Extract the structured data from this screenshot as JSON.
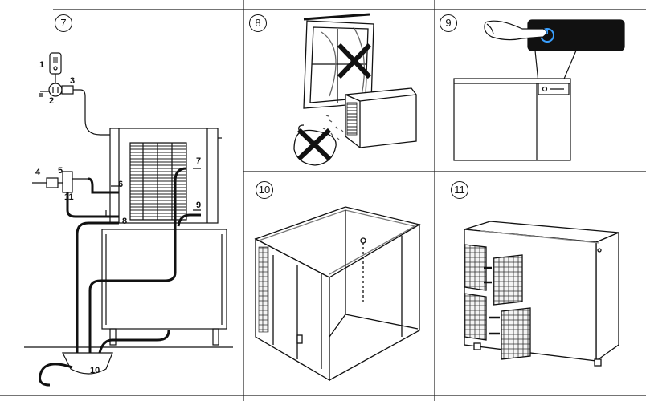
{
  "panels": [
    {
      "step": "7",
      "callouts": [
        "1",
        "2",
        "3",
        "4",
        "5",
        "6",
        "7",
        "8",
        "9",
        "10",
        "11"
      ]
    },
    {
      "step": "8"
    },
    {
      "step": "9"
    },
    {
      "step": "10"
    },
    {
      "step": "11"
    }
  ]
}
